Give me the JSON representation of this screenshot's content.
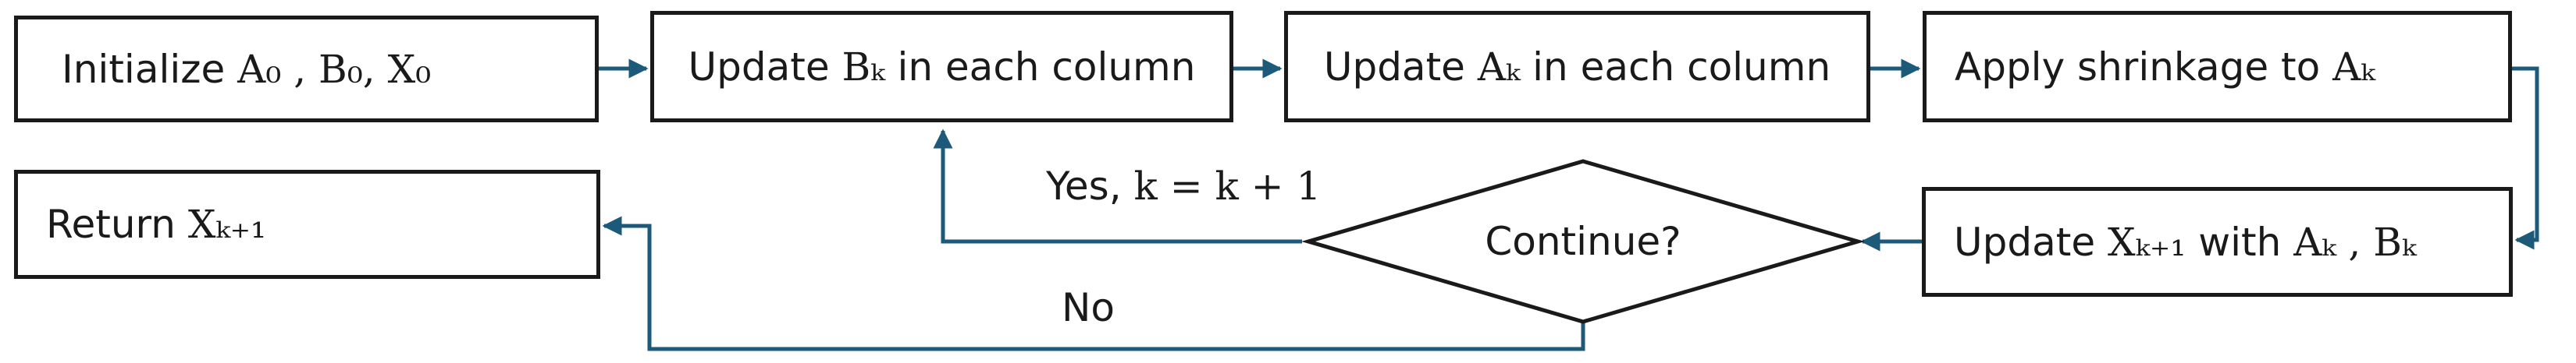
{
  "nodes": {
    "init": {
      "text": "Initialize",
      "math": "A₀ , B₀, X₀"
    },
    "update_b": {
      "text_before": "Update",
      "math": "Bₖ",
      "text_after": "in each column"
    },
    "update_a": {
      "text_before": "Update",
      "math": "Aₖ",
      "text_after": "in each column"
    },
    "shrink": {
      "text": "Apply shrinkage to",
      "math": "Aₖ"
    },
    "update_x": {
      "text_before": "Update",
      "math_target": "Xₖ₊₁",
      "text_middle": "with",
      "math_inputs": "Aₖ , Bₖ"
    },
    "decision": {
      "text": "Continue?"
    },
    "return": {
      "text": "Return",
      "math": "Xₖ₊₁"
    }
  },
  "edges": {
    "yes": {
      "text": "Yes,",
      "math": "k = k + 1"
    },
    "no": {
      "text": "No"
    }
  },
  "colors": {
    "connector": "#1d5a7a",
    "border": "#1a1a1a"
  }
}
